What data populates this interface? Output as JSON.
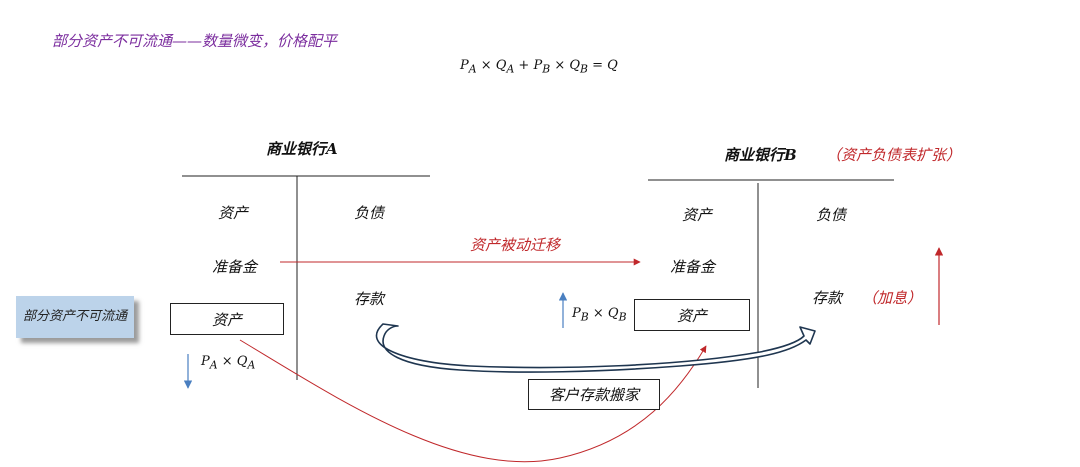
{
  "title": "部分资产不可流通——数量微变，价格配平",
  "formula": "P_A × Q_A + P_B × Q_B = Q",
  "formula_parts": {
    "pa": "P",
    "pa_sub": "A",
    "qa": "Q",
    "qa_sub": "A",
    "pb": "P",
    "pb_sub": "B",
    "qb": "Q",
    "qb_sub": "B",
    "times": "×",
    "plus": "+",
    "eq": "= Q"
  },
  "bank_a": {
    "name": "商业银行A",
    "assets_header": "资产",
    "liabilities_header": "负债",
    "reserve": "准备金",
    "asset_box": "资产",
    "deposit": "存款",
    "flow_label": {
      "p": "P",
      "p_sub": "A",
      "q": "Q",
      "q_sub": "A",
      "times": "×"
    }
  },
  "bank_b": {
    "name": "商业银行B",
    "note": "（资产负债表扩张）",
    "assets_header": "资产",
    "liabilities_header": "负债",
    "reserve": "准备金",
    "asset_box": "资产",
    "deposit": "存款",
    "deposit_note": "（加息）",
    "flow_label": {
      "p": "P",
      "p_sub": "B",
      "q": "Q",
      "q_sub": "B",
      "times": "×"
    }
  },
  "arrows": {
    "reserve_transfer": "资产被动迁移",
    "deposit_move": "客户存款搬家"
  },
  "side_note": "部分资产不可流通",
  "colors": {
    "title": "#7b2d9e",
    "red": "#c0282b",
    "blue": "#4a7fc0",
    "note_bg": "#bcd3ea",
    "dark_blue": "#1f3650"
  }
}
